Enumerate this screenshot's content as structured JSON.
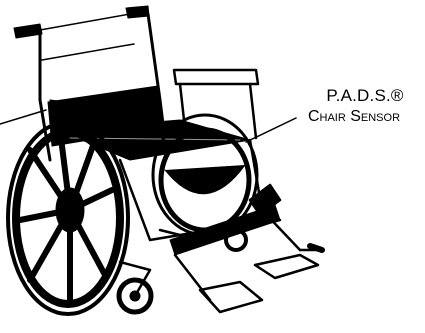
{
  "label": {
    "title": "P.A.D.S.®",
    "subtitle": "Chair Sensor"
  },
  "colors": {
    "ink": "#000000",
    "paper": "#ffffff"
  },
  "figure": {
    "subject": "wheelchair-line-drawing"
  }
}
